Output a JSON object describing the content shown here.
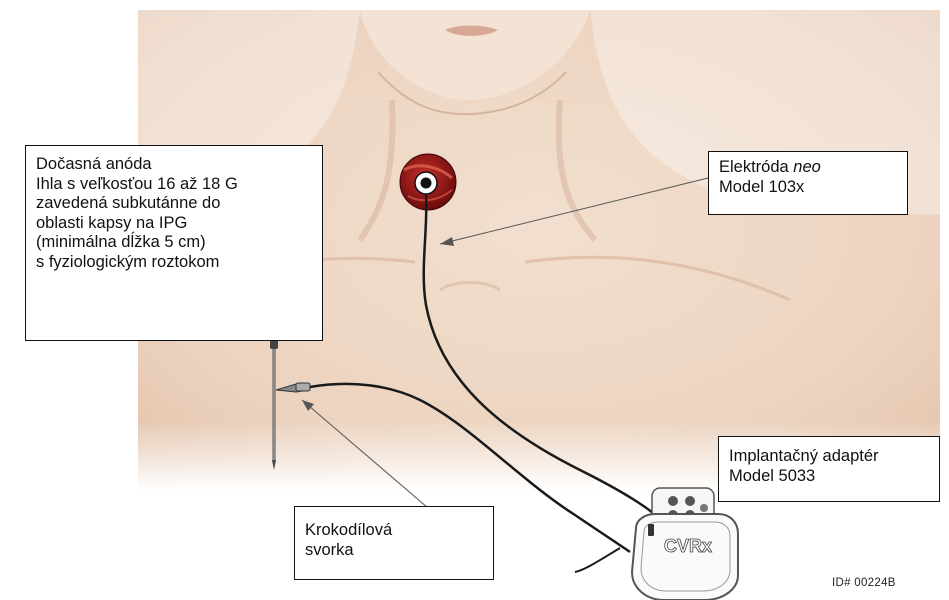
{
  "temp_anode": {
    "lines": [
      "Dočasná anóda",
      "Ihla s veľkosťou 16 až 18 G",
      "zavedená subkutánne do",
      "oblasti kapsy na IPG",
      "(minimálna dĺžka 5 cm)",
      "s fyziologickým roztokom"
    ]
  },
  "electrode": {
    "name_prefix": "Elektróda ",
    "name_italic": "neo",
    "model": "Model 103x"
  },
  "adapter": {
    "line1": "Implantačný adaptér",
    "line2": "Model 5033"
  },
  "clip": {
    "line1": "Krokodílová",
    "line2": "svorka"
  },
  "device_logo": "CVRx",
  "image_id": "ID# 00224B",
  "colors": {
    "skin": "#efd9c6",
    "skin_shadow": "#d9b9a0",
    "lead": "#1a1a1a",
    "artery": "#9b1414"
  }
}
